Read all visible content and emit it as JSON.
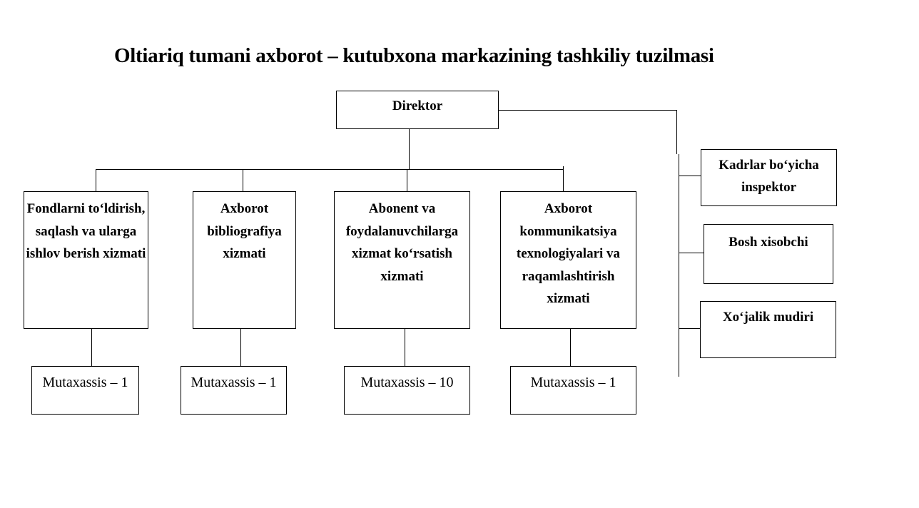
{
  "title": "Oltiariq tumani axborot – kutubxona markazining tashkiliy tuzilmasi",
  "director": {
    "label": "Direktor"
  },
  "services": [
    {
      "label": "Fondlarni to‘ldirish, saqlash va ularga ishlov berish xizmati",
      "specialist": "Mutaxassis – 1"
    },
    {
      "label": "Axborot bibliografiya xizmati",
      "specialist": "Mutaxassis – 1"
    },
    {
      "label": "Abonent va foydalanuvchilarga xizmat ko‘rsatish xizmati",
      "specialist": "Mutaxassis – 10"
    },
    {
      "label": "Axborot kommunikatsiya texnologiyalari va raqamlashtirish xizmati",
      "specialist": "Mutaxassis – 1"
    }
  ],
  "staff": [
    {
      "label": "Kadrlar bo‘yicha inspektor"
    },
    {
      "label": "Bosh xisobchi"
    },
    {
      "label": "Xo‘jalik mudiri"
    }
  ]
}
